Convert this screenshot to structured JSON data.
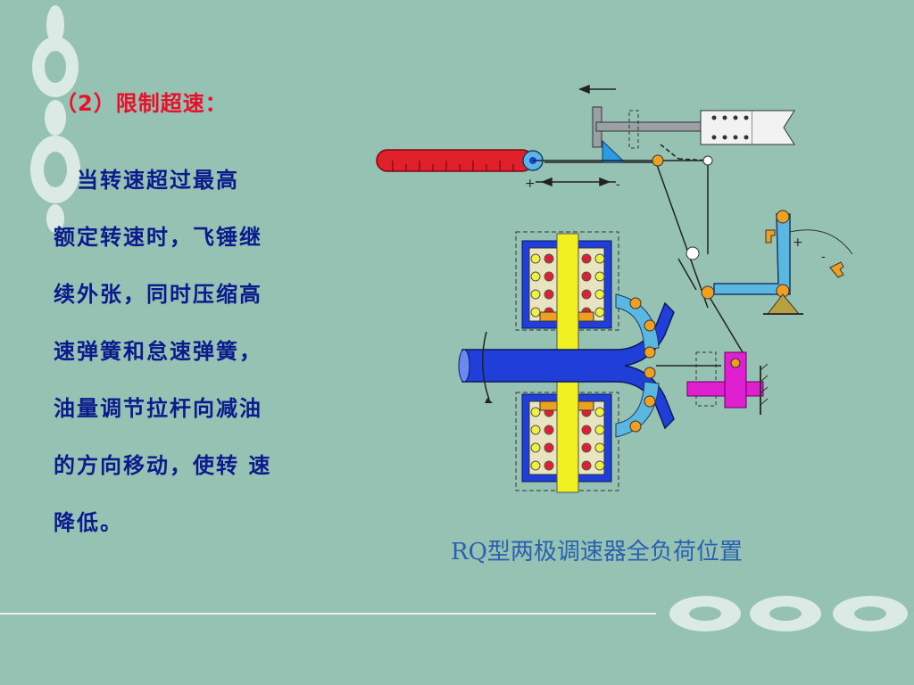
{
  "slide": {
    "heading": "（2）限制超速：",
    "body_lines": [
      "　当转速超过最高",
      "额定转速时，飞锤继",
      "续外张，同时压缩高",
      "速弹簧和怠速弹簧，",
      "油量调节拉杆向减油",
      "的方向移动，使转 速",
      "降低。"
    ],
    "caption": "RQ型两极调速器全负荷位置"
  },
  "diagram": {
    "labels": {
      "plus_lever": "+",
      "minus_lever": "-",
      "plus_arm": "+",
      "minus_arm": "-"
    }
  },
  "colors": {
    "background": "#95c2b2",
    "heading": "#e8102a",
    "body": "#0b1a8c",
    "caption": "#2a62b0",
    "rack_red": "#e0202a",
    "shaft_blue": "#1f3fd8",
    "lever_lightblue": "#5ab8e0",
    "pin_orange": "#f0a020",
    "slider_magenta": "#e020d0",
    "sleeve_yellow": "#f0f020"
  }
}
